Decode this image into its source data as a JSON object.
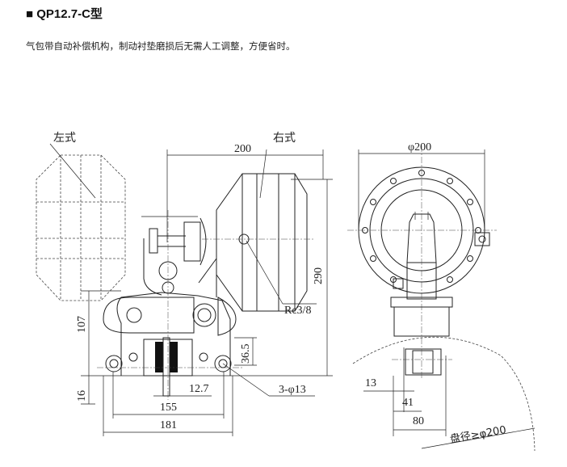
{
  "header": {
    "title": "■ QP12.7-C型",
    "description": "气包带自动补偿机构，制动衬垫磨损后无需人工调整，方便省时。"
  },
  "drawing": {
    "left_view": {
      "label_left": "左式",
      "label_right": "右式",
      "dim_width": "200",
      "dim_height": "290",
      "dim_107": "107",
      "dim_16": "16",
      "dim_36_5": "36.5",
      "dim_12_7": "12.7",
      "dim_155": "155",
      "dim_181": "181",
      "holes": "3-φ13",
      "port": "Rc3/8"
    },
    "side_view": {
      "dim_diameter": "φ200",
      "dim_13": "13",
      "dim_41": "41",
      "dim_80": "80",
      "disc_note": "盘径≥φ200"
    }
  }
}
